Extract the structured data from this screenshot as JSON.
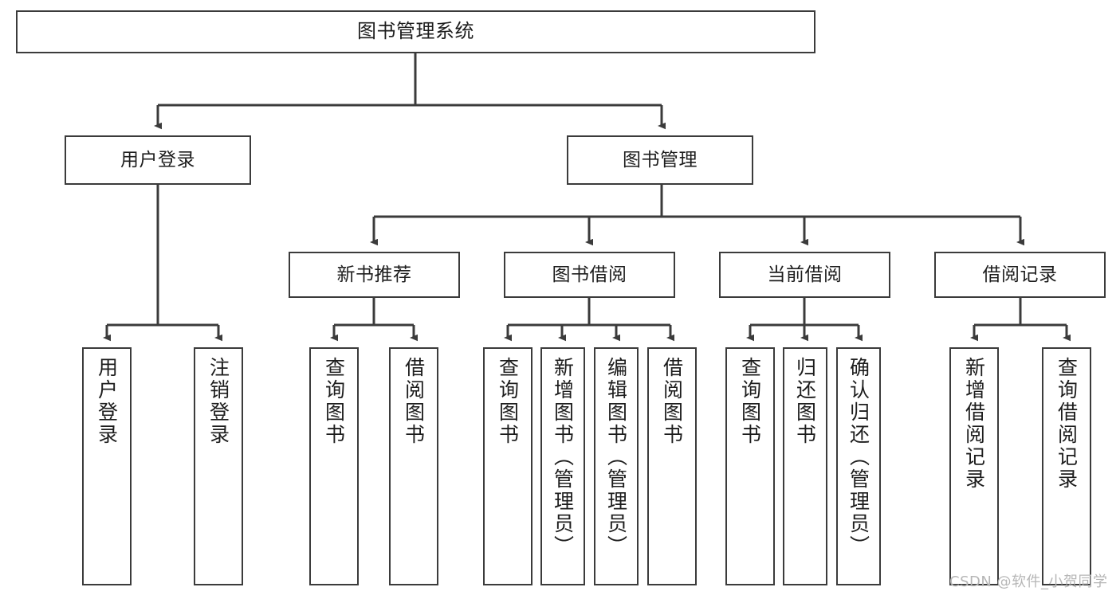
{
  "diagram": {
    "type": "tree",
    "title": "图书管理系统",
    "root": {
      "label": "图书管理系统"
    },
    "level2": [
      {
        "label": "用户登录"
      },
      {
        "label": "图书管理"
      }
    ],
    "level3": [
      {
        "label": "新书推荐"
      },
      {
        "label": "图书借阅"
      },
      {
        "label": "当前借阅"
      },
      {
        "label": "借阅记录"
      }
    ],
    "leaves": [
      {
        "label": "用户登录"
      },
      {
        "label": "注销登录"
      },
      {
        "label": "查询图书"
      },
      {
        "label": "借阅图书"
      },
      {
        "label": "查询图书"
      },
      {
        "label": "新增图书（管理员）"
      },
      {
        "label": "编辑图书（管理员）"
      },
      {
        "label": "借阅图书"
      },
      {
        "label": "查询图书"
      },
      {
        "label": "归还图书"
      },
      {
        "label": "确认归还（管理员）"
      },
      {
        "label": "新增借阅记录"
      },
      {
        "label": "查询借阅记录"
      }
    ]
  },
  "watermark": {
    "text": "CSDN @软件_小贺同学"
  },
  "colors": {
    "stroke": "#3b3b3b",
    "background": "#ffffff",
    "text": "#1d1d1d",
    "watermark": "#b6b6b6"
  }
}
